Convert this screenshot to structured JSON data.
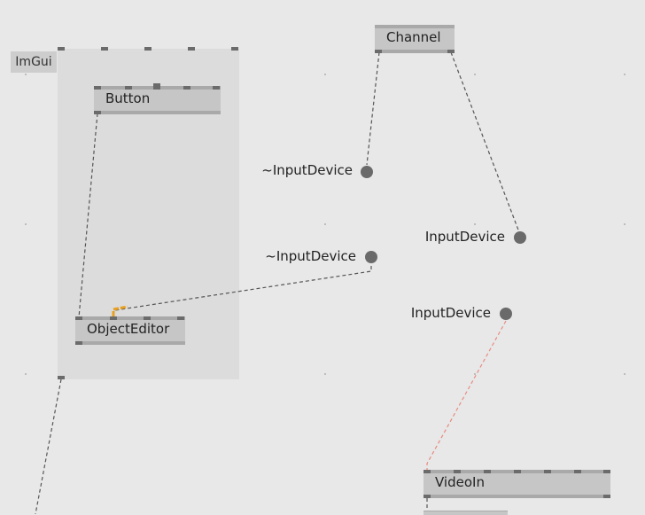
{
  "region": {
    "label": "ImGui"
  },
  "nodes": {
    "button": {
      "label": "Button"
    },
    "object_editor": {
      "label": "ObjectEditor"
    },
    "channel": {
      "label": "Channel"
    },
    "video_in": {
      "label": "VideoIn"
    }
  },
  "iobox": {
    "input_device_1": {
      "label": "~InputDevice"
    },
    "input_device_2": {
      "label": "InputDevice"
    },
    "input_device_3": {
      "label": "~InputDevice"
    },
    "input_device_4": {
      "label": "InputDevice"
    }
  },
  "colors": {
    "background": "#e8e8e8",
    "region": "#dcdcdc",
    "node": "#c6c6c6",
    "link": "#555555",
    "link_highlight": "#e8a020",
    "link_red": "#e88a80"
  }
}
